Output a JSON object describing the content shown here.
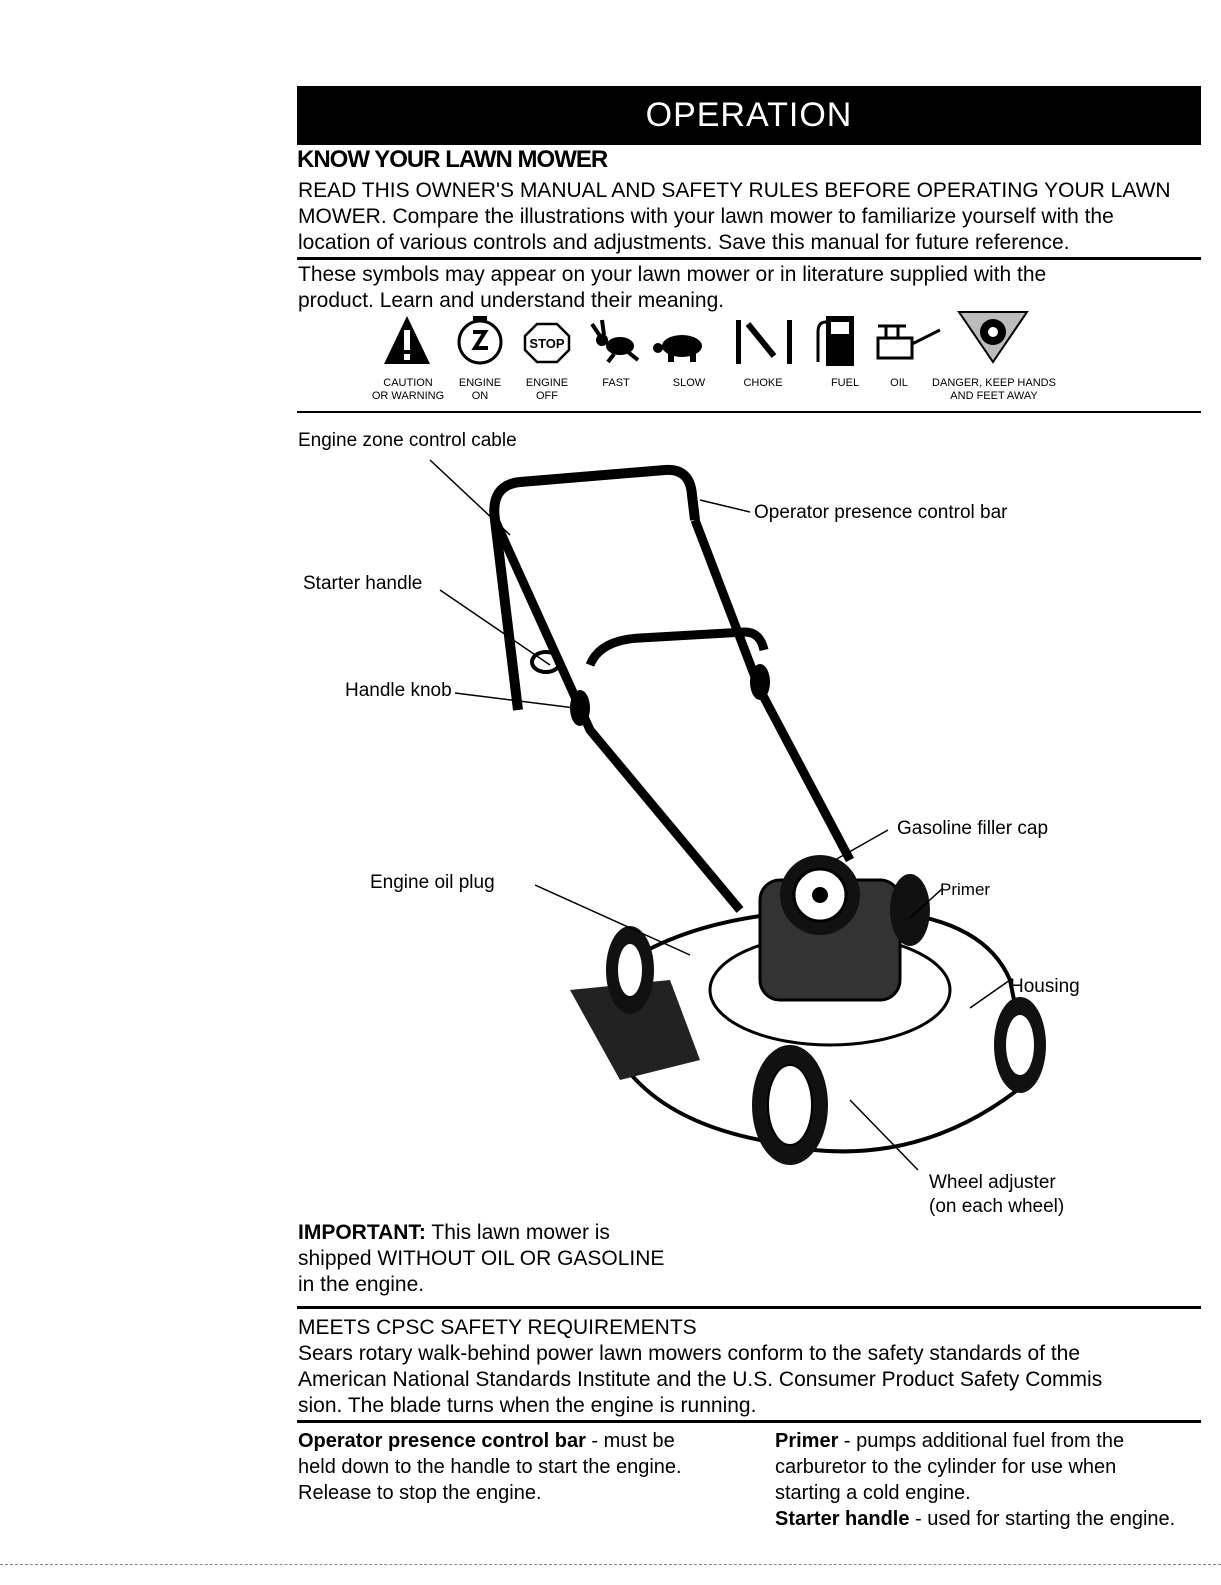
{
  "page": {
    "banner": "OPERATION",
    "heading": "KNOW YOUR LAWN MOWER",
    "intro": [
      "READ THIS OWNER'S MANUAL AND SAFETY RULES BEFORE OPERATING YOUR LAWN",
      "MOWER.  Compare the illustrations with your lawn mower to familiarize yourself with the",
      "location of various controls and adjustments.  Save this manual for future reference."
    ],
    "symbols_intro": [
      "These symbols  may appear on your lawn mower or in literature supplied with the",
      "product.  Learn and understand their meaning."
    ],
    "symbols": [
      {
        "icon": "caution-warning-icon",
        "label1": "CAUTION",
        "label2": "OR WARNING"
      },
      {
        "icon": "engine-on-icon",
        "label1": "ENGINE",
        "label2": "ON"
      },
      {
        "icon": "engine-off-icon",
        "label1": "ENGINE",
        "label2": "OFF",
        "text": "STOP"
      },
      {
        "icon": "fast-rabbit-icon",
        "label1": "FAST",
        "label2": ""
      },
      {
        "icon": "slow-turtle-icon",
        "label1": "SLOW",
        "label2": ""
      },
      {
        "icon": "choke-icon",
        "label1": "CHOKE",
        "label2": ""
      },
      {
        "icon": "fuel-pump-icon",
        "label1": "FUEL",
        "label2": ""
      },
      {
        "icon": "oil-can-icon",
        "label1": "OIL",
        "label2": ""
      },
      {
        "icon": "danger-hands-feet-icon",
        "label1": "DANGER, KEEP HANDS",
        "label2": "AND FEET AWAY"
      }
    ],
    "callouts": {
      "engine_zone": "Engine zone control cable",
      "operator_bar": "Operator presence control bar",
      "starter_handle": "Starter handle",
      "handle_knob": "Handle knob",
      "gas_cap": "Gasoline filler cap",
      "engine_oil_plug": "Engine oil plug",
      "primer": "Primer",
      "housing": "Housing",
      "wheel_adjuster_1": "Wheel adjuster",
      "wheel_adjuster_2": "(on each wheel)"
    },
    "important": {
      "label": "IMPORTANT:",
      "line1": " This lawn mower is",
      "line2": "shipped WITHOUT OIL OR GASOLINE",
      "line3": "in the engine."
    },
    "meets": [
      "MEETS CPSC SAFETY REQUIREMENTS",
      "Sears rotary walk-behind power lawn mowers conform to the safety standards of the",
      "American National Standards Institute and the U.S. Consumer Product Safety Commis",
      "sion.  The blade turns when the engine is running."
    ],
    "left_col": {
      "term": "Operator presence control bar",
      "def1": " - must be",
      "line2": "held down to the handle to start the engine.",
      "line3": "Release to stop the engine."
    },
    "right_col": {
      "term1": "Primer",
      "def1": " - pumps additional fuel from the",
      "line2": "carburetor to the cylinder for use when",
      "line3": "starting a cold engine.",
      "term2": "Starter handle",
      "def2": " - used for starting the engine."
    }
  }
}
